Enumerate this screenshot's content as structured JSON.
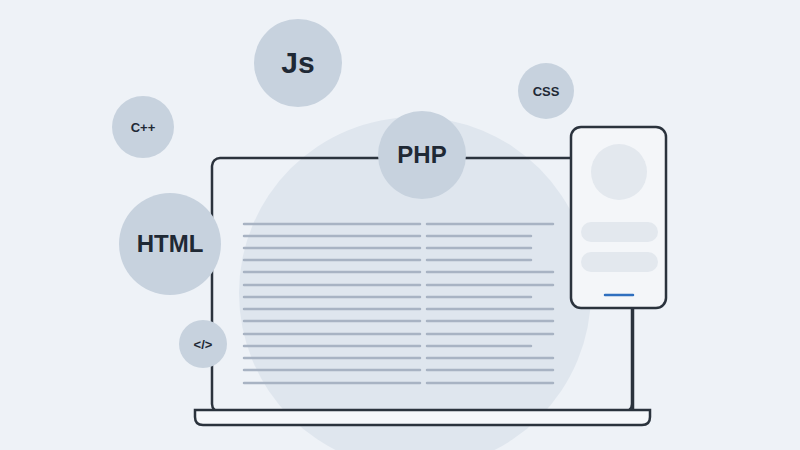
{
  "diagram": {
    "nodes": [
      {
        "text": [
          "Js"
        ]
      },
      {
        "text": [
          "CSS"
        ]
      },
      {
        "text": [
          "C++"
        ]
      },
      {
        "text": [
          "PHP"
        ]
      },
      {
        "text": [
          "HTML"
        ]
      },
      {
        "text": [
          "</>"
        ]
      }
    ],
    "edges": []
  }
}
